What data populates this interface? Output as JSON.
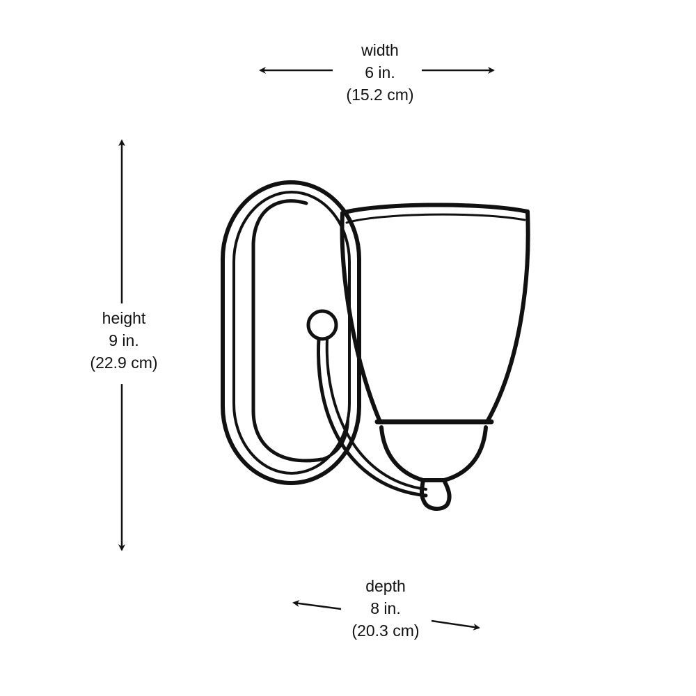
{
  "dimensions": {
    "width": {
      "name": "width",
      "imperial": "6 in.",
      "metric": "(15.2 cm)"
    },
    "height": {
      "name": "height",
      "imperial": "9 in.",
      "metric": "(22.9 cm)"
    },
    "depth": {
      "name": "depth",
      "imperial": "8 in.",
      "metric": "(20.3 cm)"
    }
  },
  "colors": {
    "line": "#111111",
    "background": "#ffffff"
  }
}
